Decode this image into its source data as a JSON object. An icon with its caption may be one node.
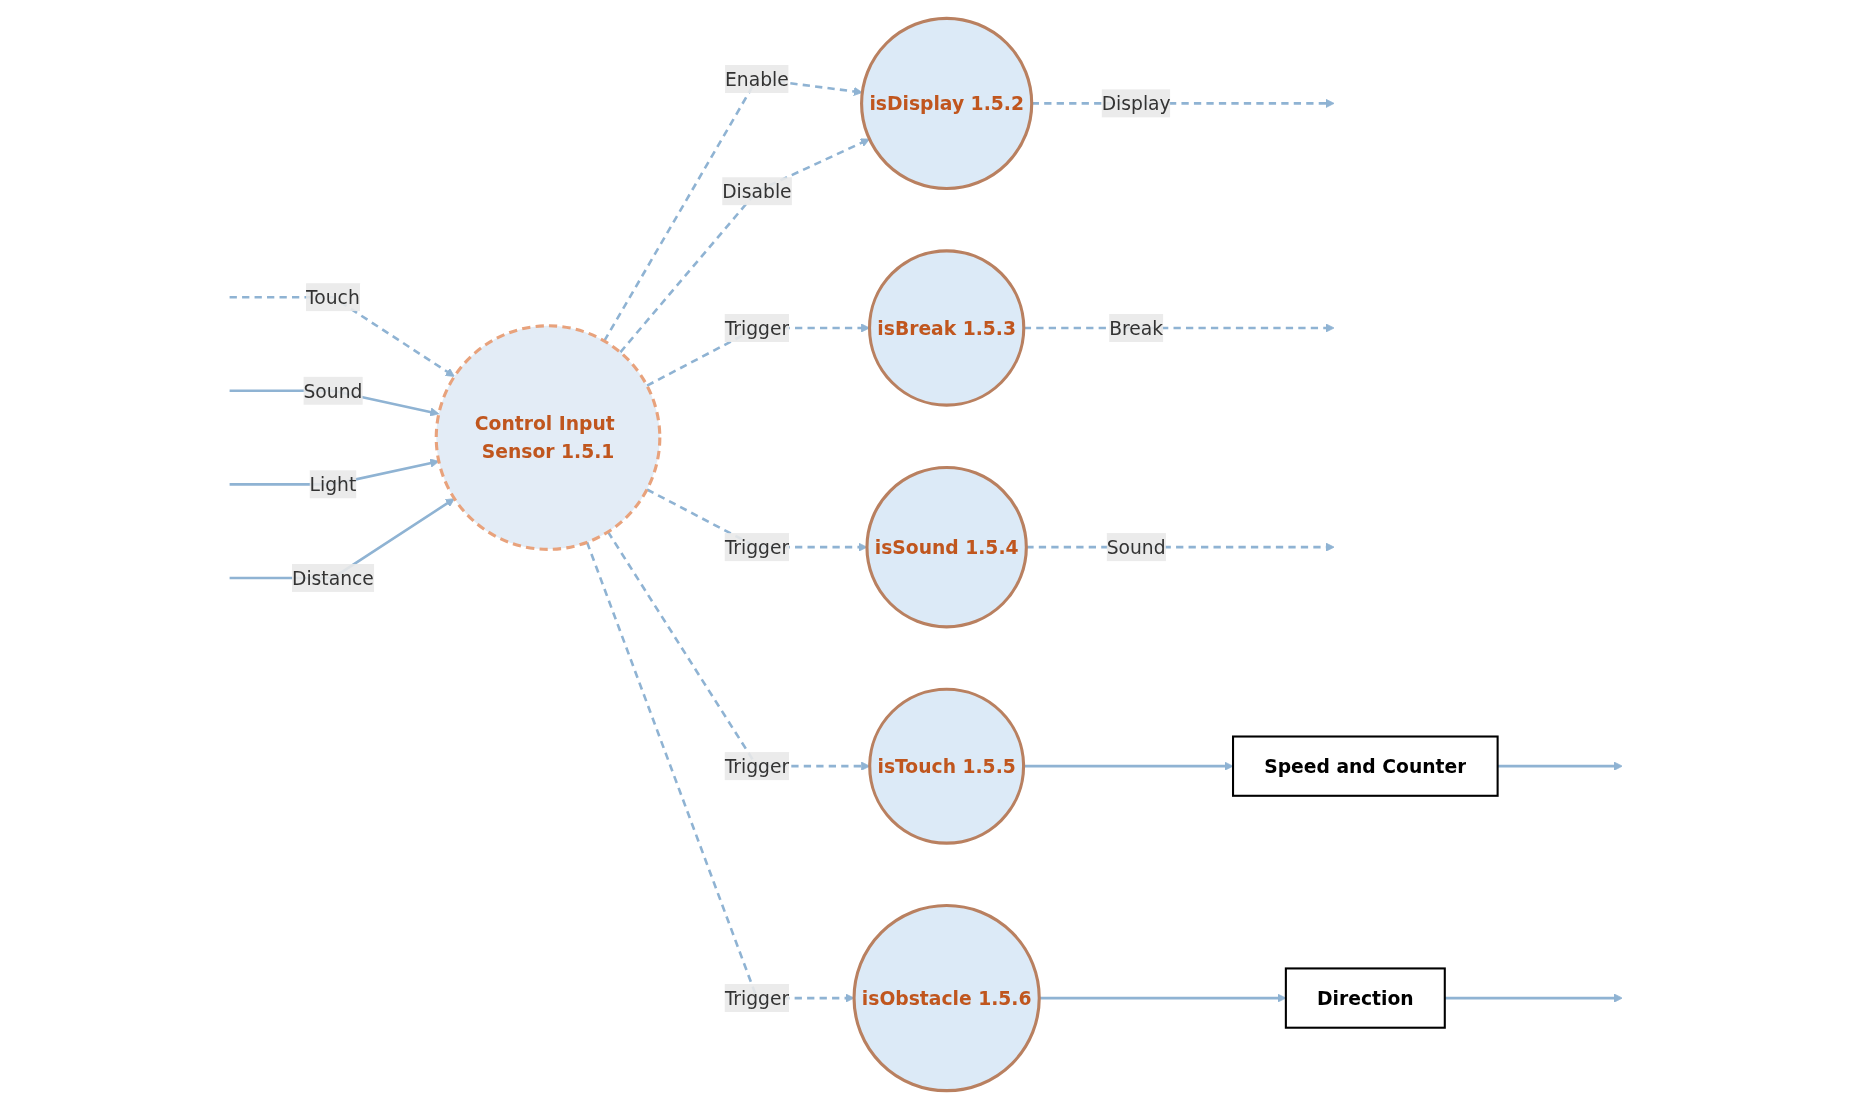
{
  "diagram": {
    "nodes": [
      {
        "text": [
          "Control Input Sensor 1.5.1"
        ]
      },
      {
        "text": [
          "isDisplay 1.5.2"
        ]
      },
      {
        "text": [
          "isBreak 1.5.3"
        ]
      },
      {
        "text": [
          "isSound 1.5.4"
        ]
      },
      {
        "text": [
          "isTouch 1.5.5"
        ]
      },
      {
        "text": [
          "isObstacle 1.5.6"
        ]
      },
      {
        "text": [
          "Speed and Counter"
        ]
      },
      {
        "text": [
          "Direction"
        ]
      }
    ],
    "edges": [
      {
        "from": null,
        "to": 0,
        "arrow": "to",
        "label": "Touch",
        "style": "dashed"
      },
      {
        "from": null,
        "to": 0,
        "arrow": "to",
        "label": "Sound"
      },
      {
        "from": null,
        "to": 0,
        "arrow": "to",
        "label": "Light"
      },
      {
        "from": null,
        "to": 0,
        "arrow": "to",
        "label": "Distance"
      },
      {
        "from": 0,
        "to": 1,
        "arrow": "to",
        "label": "Enable",
        "style": "dashed"
      },
      {
        "from": 0,
        "to": 1,
        "arrow": "to",
        "label": "Disable",
        "style": "dashed"
      },
      {
        "from": 0,
        "to": 2,
        "arrow": "to",
        "label": "Trigger",
        "style": "dashed"
      },
      {
        "from": 0,
        "to": 3,
        "arrow": "to",
        "label": "Trigger",
        "style": "dashed"
      },
      {
        "from": 0,
        "to": 4,
        "arrow": "to",
        "label": "Trigger",
        "style": "dashed"
      },
      {
        "from": 0,
        "to": 5,
        "arrow": "to",
        "label": "Trigger",
        "style": "dashed"
      },
      {
        "from": 1,
        "to": null,
        "arrow": "to",
        "label": "Display",
        "style": "dashed"
      },
      {
        "from": 2,
        "to": null,
        "arrow": "to",
        "label": "Break",
        "style": "dashed"
      },
      {
        "from": 3,
        "to": null,
        "arrow": "to",
        "label": "Sound",
        "style": "dashed"
      },
      {
        "from": 4,
        "to": 6,
        "arrow": "to"
      },
      {
        "from": 6,
        "to": null,
        "arrow": "to"
      },
      {
        "from": 5,
        "to": 7,
        "arrow": "to"
      },
      {
        "from": 7,
        "to": null,
        "arrow": "to"
      }
    ]
  }
}
